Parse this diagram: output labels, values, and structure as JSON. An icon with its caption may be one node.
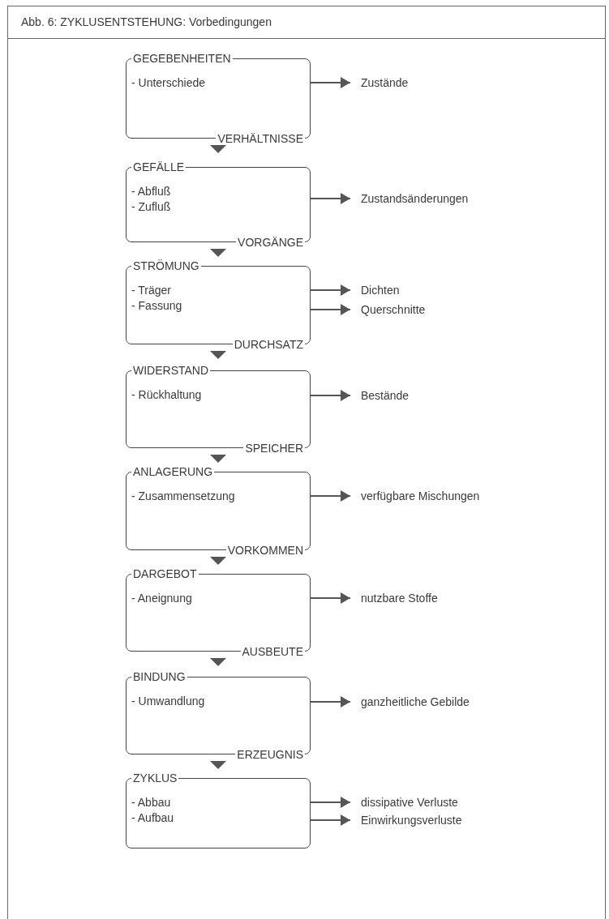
{
  "diagram": {
    "title": "Abb. 6: ZYKLUSENTSTEHUNG: Vorbedingungen",
    "nodes": [
      {
        "text": [
          "GEGEBENHEITEN",
          "- Unterschiede",
          "VERHÄLTNISSE"
        ]
      },
      {
        "text": [
          "Zustände"
        ]
      },
      {
        "text": [
          "GEFÄLLE",
          "- Abfluß",
          "- Zufluß",
          "VORGÄNGE"
        ]
      },
      {
        "text": [
          "Zustandsänderungen"
        ]
      },
      {
        "text": [
          "STRÖMUNG",
          "- Träger",
          "- Fassung",
          "DURCHSATZ"
        ]
      },
      {
        "text": [
          "Dichten"
        ]
      },
      {
        "text": [
          "Querschnitte"
        ]
      },
      {
        "text": [
          "WIDERSTAND",
          "- Rückhaltung",
          "SPEICHER"
        ]
      },
      {
        "text": [
          "Bestände"
        ]
      },
      {
        "text": [
          "ANLAGERUNG",
          "- Zusammensetzung",
          "VORKOMMEN"
        ]
      },
      {
        "text": [
          "verfügbare Mischungen"
        ]
      },
      {
        "text": [
          "DARGEBOT",
          "- Aneignung",
          "AUSBEUTE"
        ]
      },
      {
        "text": [
          "nutzbare Stoffe"
        ]
      },
      {
        "text": [
          "BINDUNG",
          "- Umwandlung",
          "ERZEUGNIS"
        ]
      },
      {
        "text": [
          "ganzheitliche Gebilde"
        ]
      },
      {
        "text": [
          "ZYKLUS",
          "- Abbau",
          "- Aufbau"
        ]
      },
      {
        "text": [
          "dissipative Verluste"
        ]
      },
      {
        "text": [
          "Einwirkungsverluste"
        ]
      }
    ],
    "edges": [
      {
        "from": 0,
        "to": 1,
        "arrow": "to"
      },
      {
        "from": 0,
        "to": 2,
        "arrow": "to"
      },
      {
        "from": 2,
        "to": 3,
        "arrow": "to"
      },
      {
        "from": 2,
        "to": 4,
        "arrow": "to"
      },
      {
        "from": 4,
        "to": 5,
        "arrow": "to"
      },
      {
        "from": 4,
        "to": 6,
        "arrow": "to"
      },
      {
        "from": 4,
        "to": 7,
        "arrow": "to"
      },
      {
        "from": 7,
        "to": 8,
        "arrow": "to"
      },
      {
        "from": 7,
        "to": 9,
        "arrow": "to"
      },
      {
        "from": 9,
        "to": 10,
        "arrow": "to"
      },
      {
        "from": 9,
        "to": 11,
        "arrow": "to"
      },
      {
        "from": 11,
        "to": 12,
        "arrow": "to"
      },
      {
        "from": 11,
        "to": 13,
        "arrow": "to"
      },
      {
        "from": 13,
        "to": 14,
        "arrow": "to"
      },
      {
        "from": 13,
        "to": 15,
        "arrow": "to"
      },
      {
        "from": 15,
        "to": 16,
        "arrow": "to"
      },
      {
        "from": 15,
        "to": 17,
        "arrow": "to"
      }
    ]
  }
}
